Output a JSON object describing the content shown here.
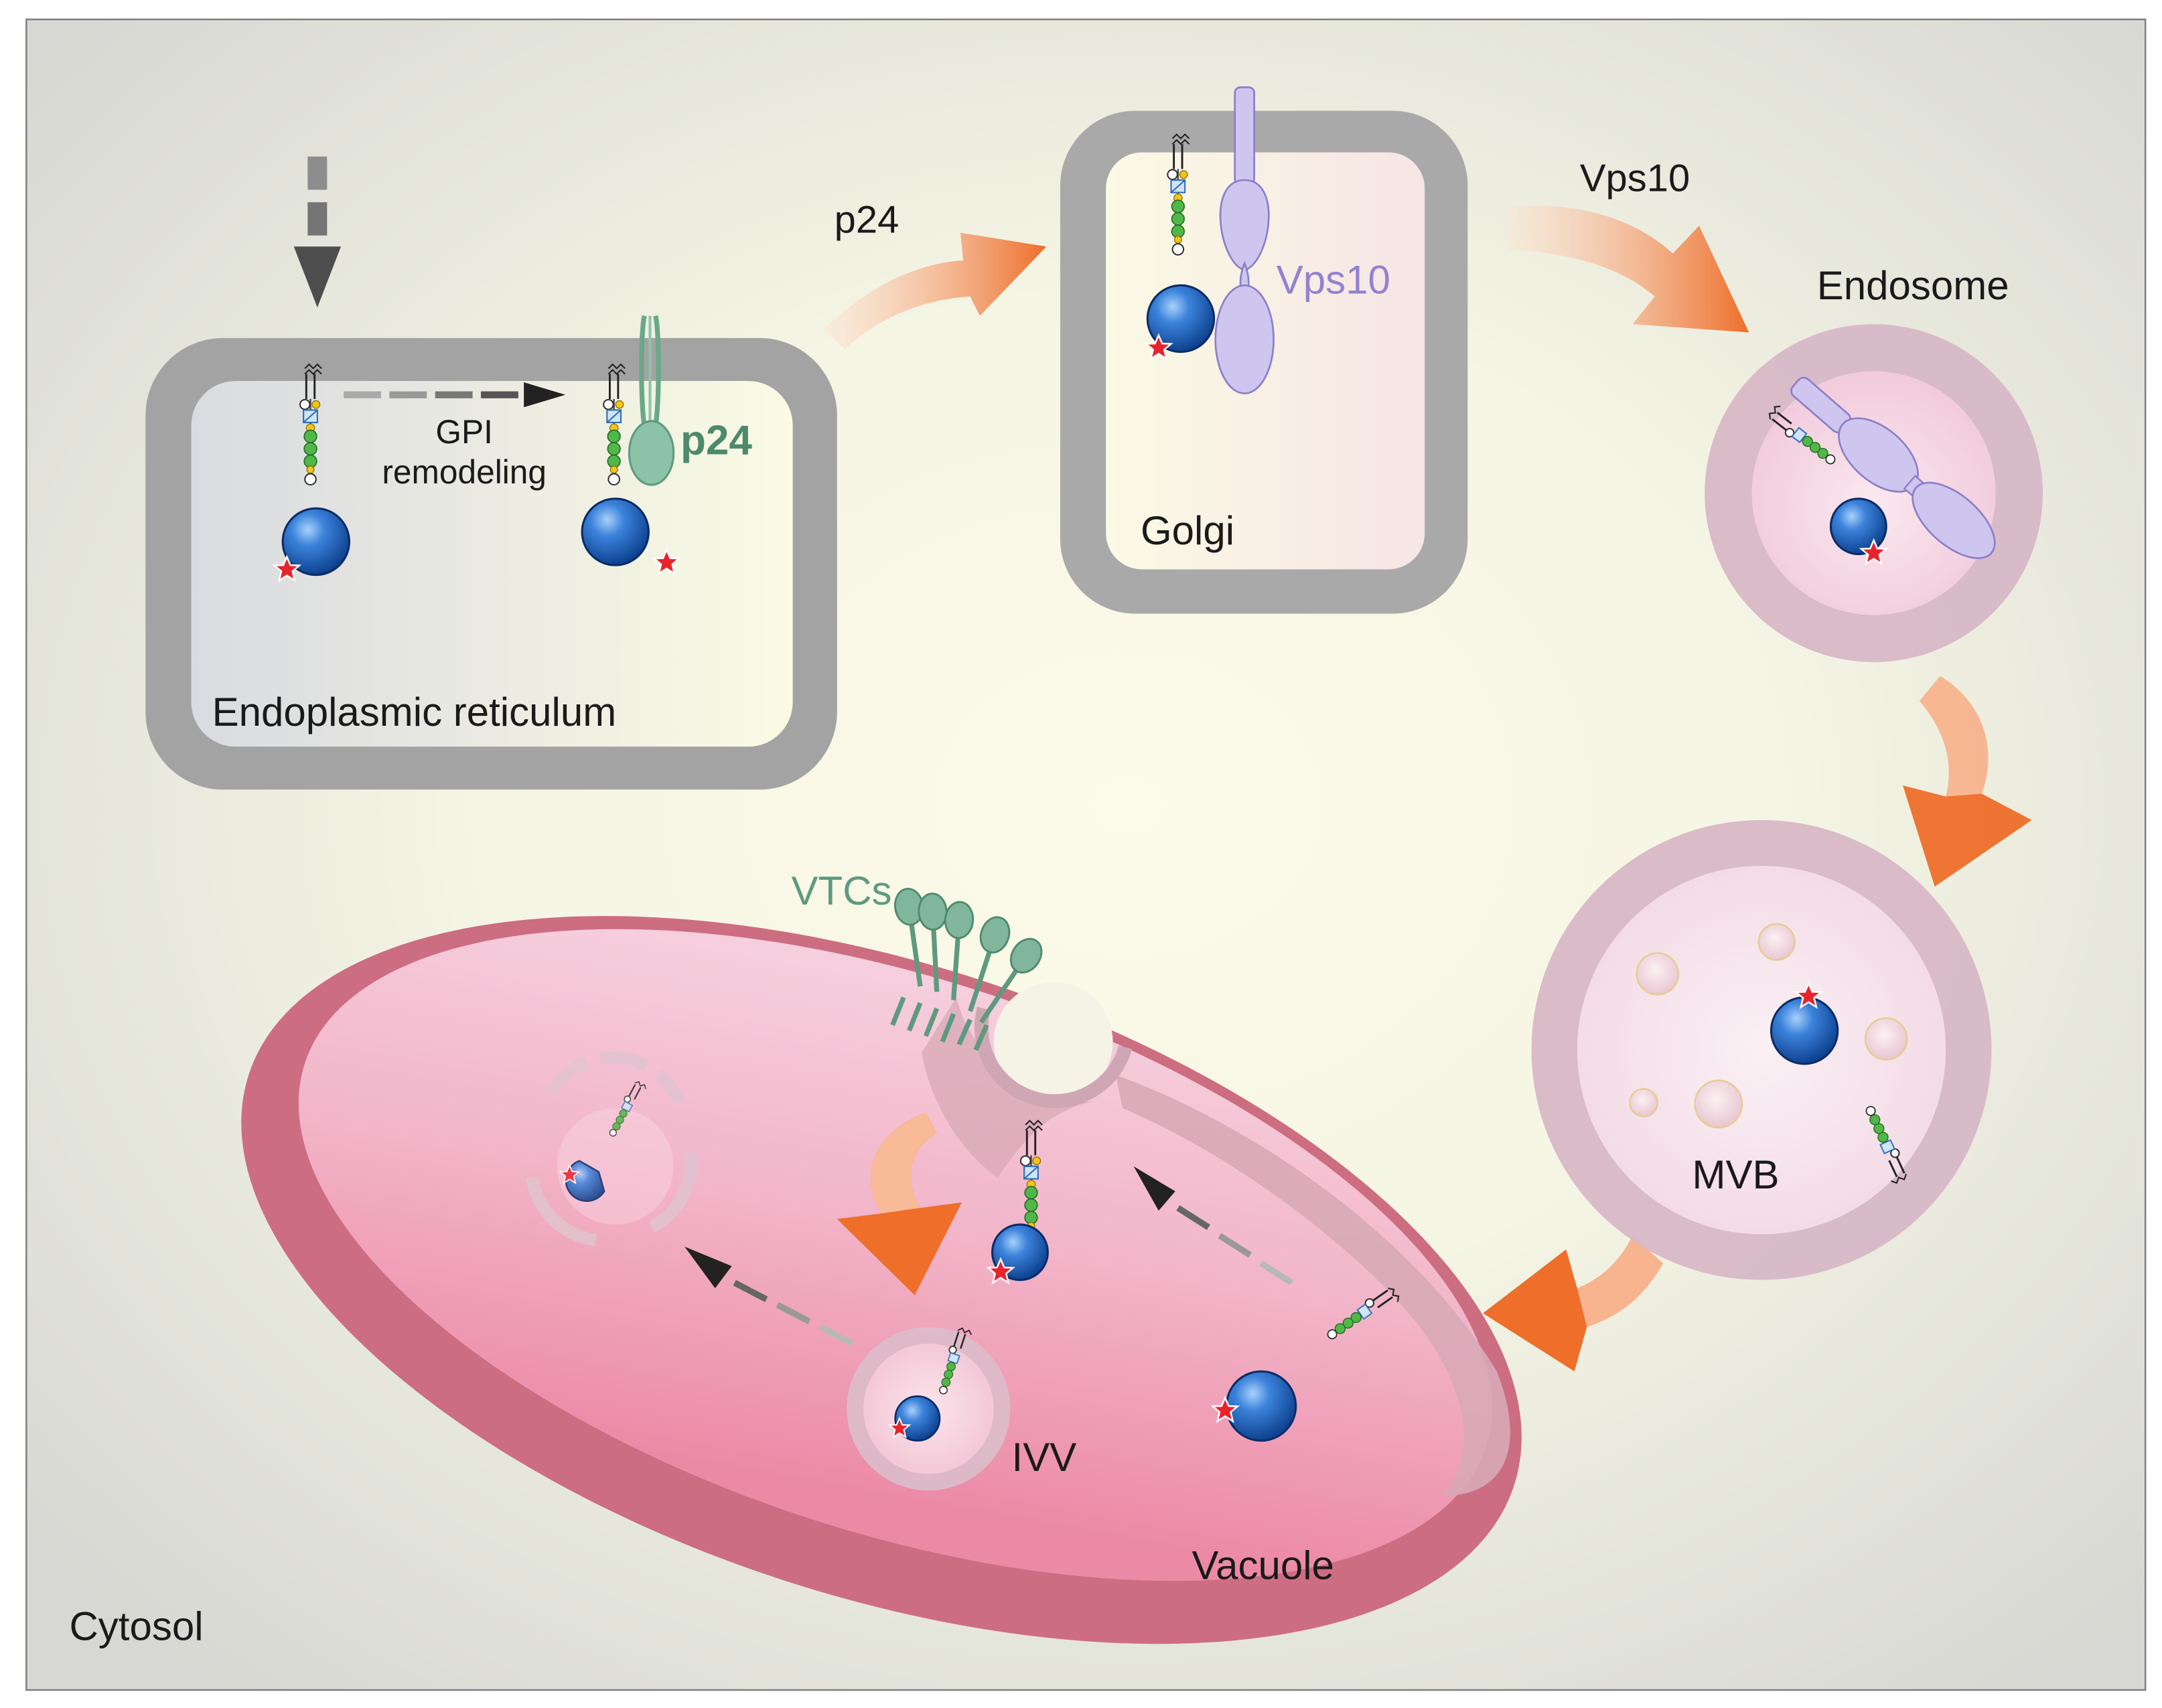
{
  "labels": {
    "er": "Endoplasmic reticulum",
    "gpi_line1": "GPI",
    "gpi_line2": "remodeling",
    "p24_er": "p24",
    "p24_arrow": "p24",
    "golgi": "Golgi",
    "vps10_golgi": "Vps10",
    "vps10_arrow": "Vps10",
    "endosome": "Endosome",
    "mvb": "MVB",
    "vtcs": "VTCs",
    "ivv": "IVV",
    "vacuole": "Vacuole",
    "cytosol": "Cytosol"
  },
  "colors": {
    "cargo_blue": "#1f5fb5",
    "star_red": "#e8232b",
    "p24_green": "#6aa88a",
    "vps10_purple": "#a89bd8",
    "vtc_green": "#5e9a80",
    "arrow_orange": "#ee6e2a",
    "vacuole_rim": "#cf7185",
    "vacuole_fill": "#f2b2c4",
    "compartment_rim": "#a3a3a3",
    "endosome_rim": "#d3b5c3"
  }
}
